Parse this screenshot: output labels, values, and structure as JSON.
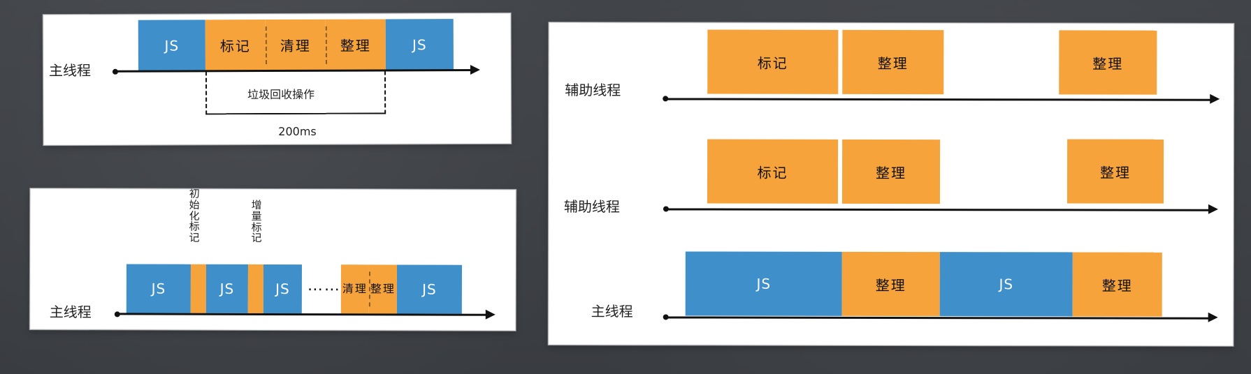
{
  "top_left": {
    "main_label": "主线程",
    "blocks": [
      "JS",
      "标记",
      "清理",
      "整理",
      "JS"
    ],
    "gc_label": "垃圾回收操作",
    "duration": "200ms"
  },
  "bottom_left": {
    "main_label": "主线程",
    "top_notes": [
      "初始化标记",
      "增量标记"
    ],
    "js_labels": [
      "JS",
      "JS",
      "JS",
      "JS"
    ],
    "ellipsis": "……",
    "cleanup_labels": [
      "清理",
      "整理"
    ]
  },
  "right": {
    "thread_labels": [
      "辅助线程",
      "辅助线程",
      "主线程"
    ],
    "row1_blocks": [
      "标记",
      "整理",
      "整理"
    ],
    "row2_blocks": [
      "标记",
      "整理",
      "整理"
    ],
    "row3_blocks": [
      "JS",
      "整理",
      "JS",
      "整理"
    ]
  },
  "colors": {
    "js": "#3f8fca",
    "gc": "#f7a33b",
    "background": "#3b3e43",
    "panel": "#ffffff",
    "line": "#111111"
  }
}
